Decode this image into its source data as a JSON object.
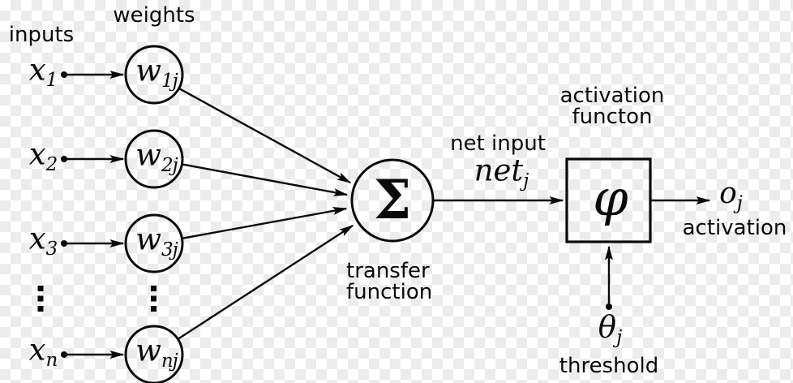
{
  "colors": {
    "ink": "#0a0a0a",
    "checker_light": "#ffffff",
    "checker_dark": "#ececec"
  },
  "labels": {
    "inputs": "inputs",
    "weights": "weights",
    "transfer_line1": "transfer",
    "transfer_line2": "function",
    "net_input": "net input",
    "activation_fn_line1": "activation",
    "activation_fn_line2": "functon",
    "output_label": "activation",
    "threshold_label": "threshold"
  },
  "math": {
    "sum_symbol": "Σ",
    "activation_symbol": "φ",
    "net_base": "net",
    "net_sub": "j",
    "output_base": "o",
    "output_sub": "j",
    "threshold_base": "θ",
    "threshold_sub": "j"
  },
  "rows": [
    {
      "input_base": "x",
      "input_sub": "1",
      "weight_base": "w",
      "weight_sub": "1j"
    },
    {
      "input_base": "x",
      "input_sub": "2",
      "weight_base": "w",
      "weight_sub": "2j"
    },
    {
      "input_base": "x",
      "input_sub": "3",
      "weight_base": "w",
      "weight_sub": "3j"
    },
    {
      "input_base": "x",
      "input_sub": "n",
      "weight_base": "w",
      "weight_sub": "nj"
    }
  ]
}
